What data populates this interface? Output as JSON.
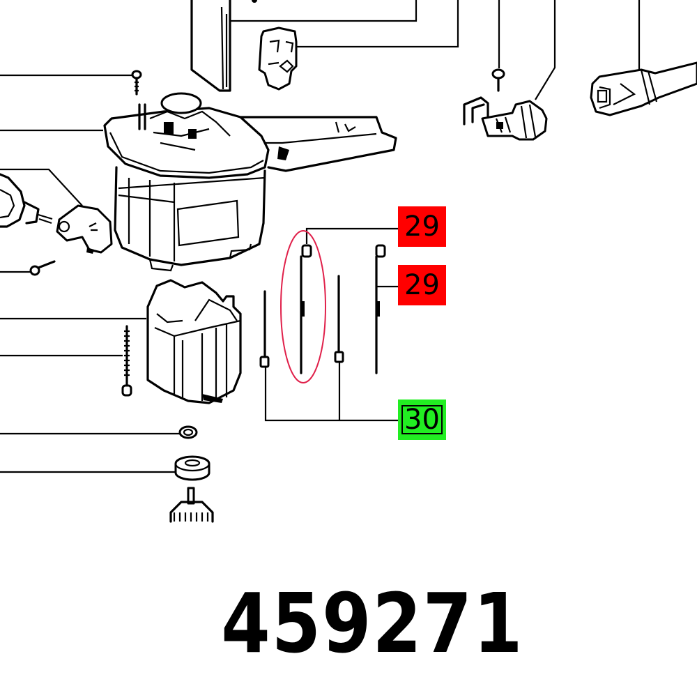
{
  "diagram": {
    "type": "exploded-parts-diagram",
    "part_number": "459271",
    "callouts": [
      {
        "id": "callout-29-upper",
        "label": "29",
        "color": "#ff0000",
        "status": "related"
      },
      {
        "id": "callout-29-lower",
        "label": "29",
        "color": "#ff0000",
        "status": "related"
      },
      {
        "id": "callout-30",
        "label": "30",
        "color": "#22ee22",
        "status": "selected"
      }
    ],
    "highlight": {
      "shape": "ellipse",
      "color": "#e0204a",
      "target": "carbon-brush-29-left"
    },
    "colors": {
      "line": "#000000",
      "background": "#ffffff",
      "callout_red": "#ff0000",
      "callout_green": "#22ee22",
      "highlight_ring": "#e0204a"
    }
  }
}
